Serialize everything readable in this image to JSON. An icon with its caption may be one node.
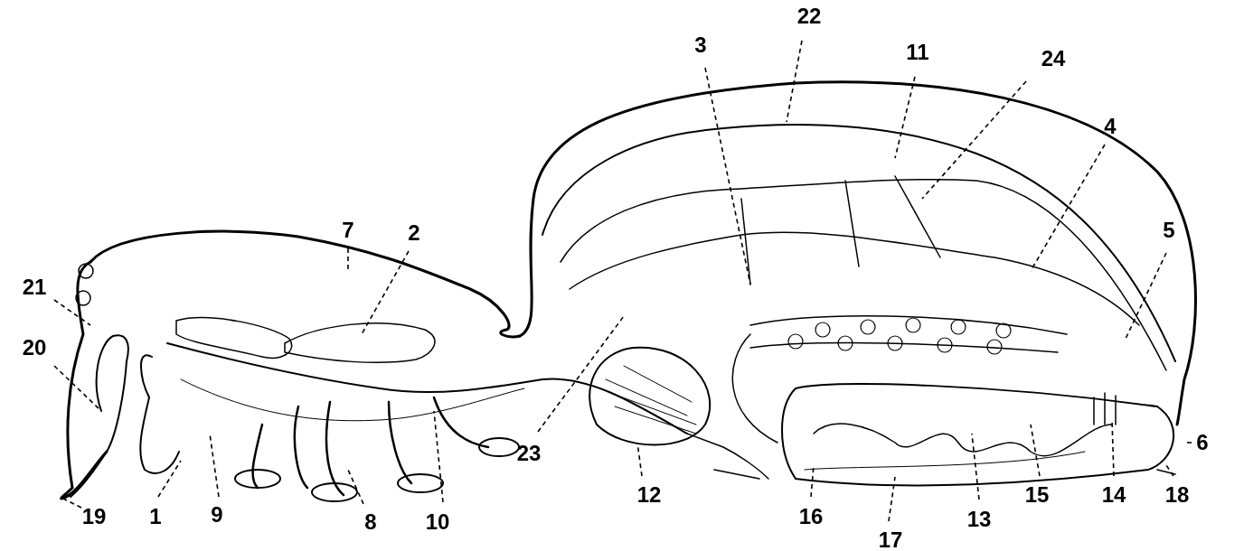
{
  "diagram": {
    "nodes": [
      {
        "text": [
          "22"
        ]
      },
      {
        "text": [
          "3"
        ]
      },
      {
        "text": [
          "11"
        ]
      },
      {
        "text": [
          "24"
        ]
      },
      {
        "text": [
          "4"
        ]
      },
      {
        "text": [
          "7"
        ]
      },
      {
        "text": [
          "2"
        ]
      },
      {
        "text": [
          "5"
        ]
      },
      {
        "text": [
          "21"
        ]
      },
      {
        "text": [
          "20"
        ]
      },
      {
        "text": [
          "6"
        ]
      },
      {
        "text": [
          "23"
        ]
      },
      {
        "text": [
          "12"
        ]
      },
      {
        "text": [
          "19"
        ]
      },
      {
        "text": [
          "1"
        ]
      },
      {
        "text": [
          "9"
        ]
      },
      {
        "text": [
          "8"
        ]
      },
      {
        "text": [
          "10"
        ]
      },
      {
        "text": [
          "16"
        ]
      },
      {
        "text": [
          "17"
        ]
      },
      {
        "text": [
          "13"
        ]
      },
      {
        "text": [
          "15"
        ]
      },
      {
        "text": [
          "14"
        ]
      },
      {
        "text": [
          "18"
        ]
      }
    ],
    "edges": [
      {
        "from": 0,
        "to": null,
        "arrow": "none",
        "style": "dashed"
      },
      {
        "from": 1,
        "to": null,
        "arrow": "none",
        "style": "dashed"
      },
      {
        "from": 2,
        "to": null,
        "arrow": "none",
        "style": "dashed"
      },
      {
        "from": 3,
        "to": null,
        "arrow": "none",
        "style": "dashed"
      },
      {
        "from": 4,
        "to": null,
        "arrow": "none",
        "style": "dashed"
      },
      {
        "from": 5,
        "to": null,
        "arrow": "none",
        "style": "dashed"
      },
      {
        "from": 6,
        "to": null,
        "arrow": "none",
        "style": "dashed"
      },
      {
        "from": 7,
        "to": null,
        "arrow": "none",
        "style": "dashed"
      },
      {
        "from": 8,
        "to": null,
        "arrow": "none",
        "style": "dashed"
      },
      {
        "from": 9,
        "to": null,
        "arrow": "none",
        "style": "dashed"
      },
      {
        "from": 10,
        "to": null,
        "arrow": "none",
        "style": "dashed"
      },
      {
        "from": 11,
        "to": null,
        "arrow": "none",
        "style": "dashed"
      },
      {
        "from": 12,
        "to": null,
        "arrow": "none",
        "style": "dashed"
      },
      {
        "from": 13,
        "to": null,
        "arrow": "none",
        "style": "dashed"
      },
      {
        "from": 14,
        "to": null,
        "arrow": "none",
        "style": "dashed"
      },
      {
        "from": 15,
        "to": null,
        "arrow": "none",
        "style": "dashed"
      },
      {
        "from": 16,
        "to": null,
        "arrow": "none",
        "style": "dashed"
      },
      {
        "from": 17,
        "to": null,
        "arrow": "none",
        "style": "dashed"
      },
      {
        "from": 18,
        "to": null,
        "arrow": "none",
        "style": "dashed"
      },
      {
        "from": 19,
        "to": null,
        "arrow": "none",
        "style": "dashed"
      },
      {
        "from": 20,
        "to": null,
        "arrow": "none",
        "style": "dashed"
      },
      {
        "from": 21,
        "to": null,
        "arrow": "none",
        "style": "dashed"
      },
      {
        "from": 22,
        "to": null,
        "arrow": "none",
        "style": "dashed"
      },
      {
        "from": 23,
        "to": null,
        "arrow": "none",
        "style": "dashed"
      }
    ]
  }
}
